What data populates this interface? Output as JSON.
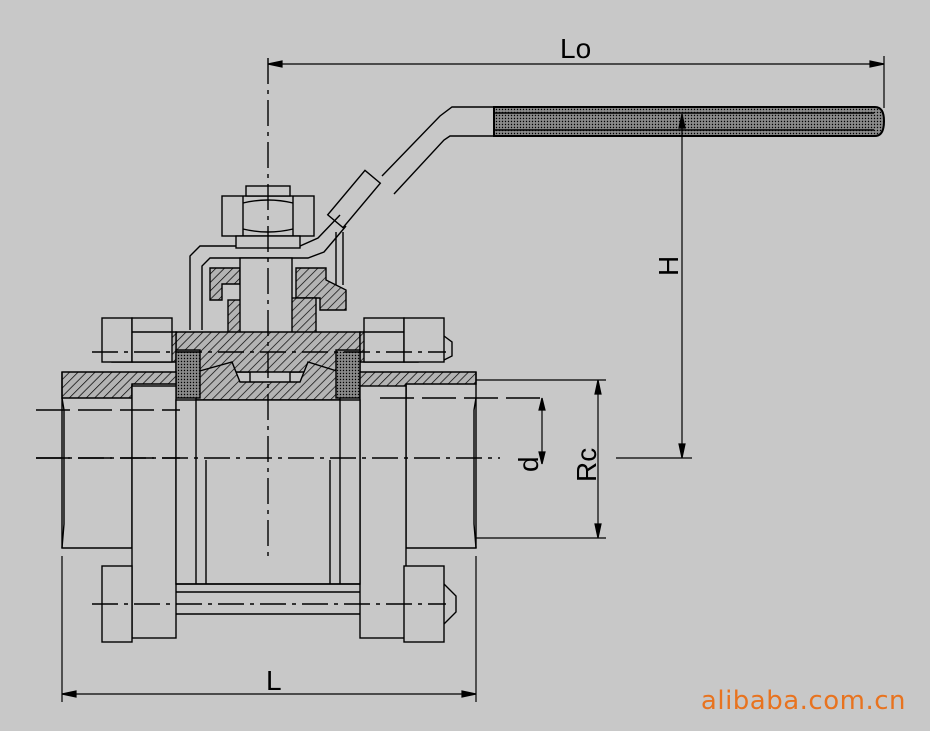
{
  "drawing": {
    "dimensions": {
      "lo": "Lo",
      "h": "H",
      "d": "d",
      "rc": "Rc",
      "l": "L"
    }
  },
  "watermark": "alibaba.com.cn",
  "colors": {
    "background": "#c8c8c8",
    "line": "#000000",
    "body_fill": "#c8c8c8",
    "watermark": "#e8731f"
  }
}
